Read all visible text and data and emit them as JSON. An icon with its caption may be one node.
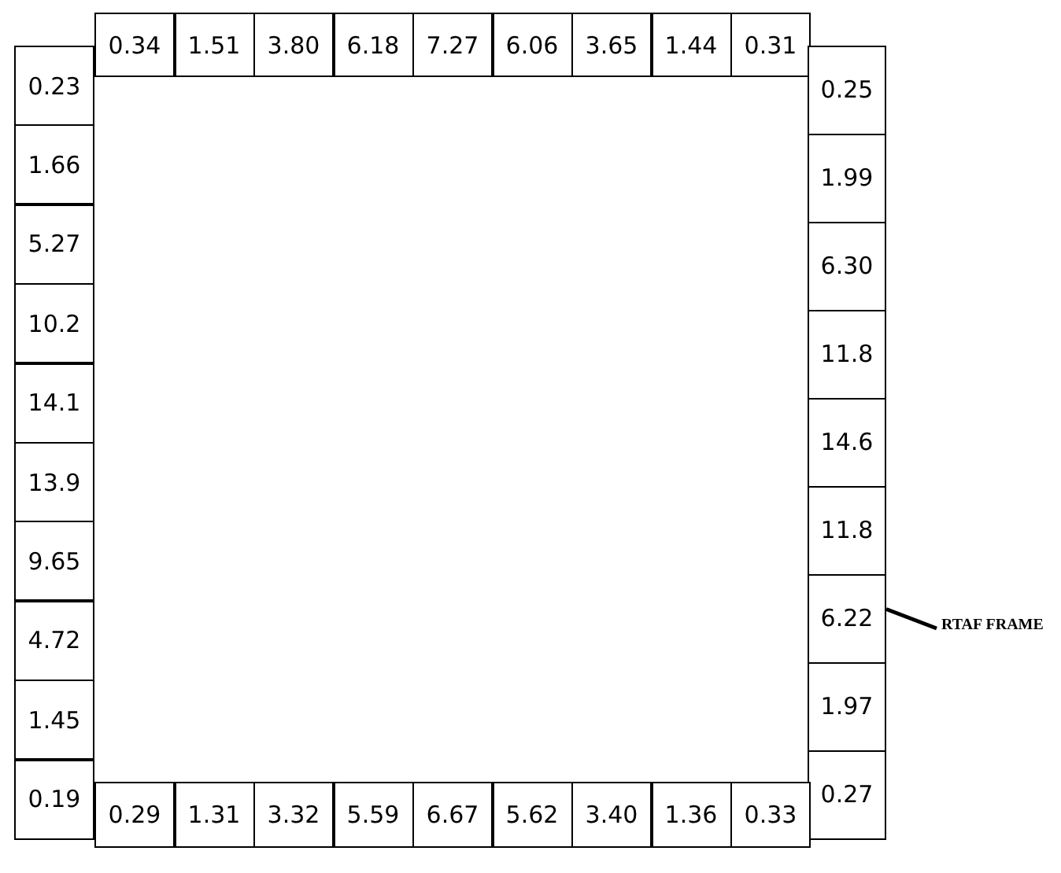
{
  "diagram": {
    "nodes": [
      {
        "text": [
          "0.34"
        ]
      },
      {
        "text": [
          "1.51"
        ]
      },
      {
        "text": [
          "3.80"
        ]
      },
      {
        "text": [
          "6.18"
        ]
      },
      {
        "text": [
          "7.27"
        ]
      },
      {
        "text": [
          "6.06"
        ]
      },
      {
        "text": [
          "3.65"
        ]
      },
      {
        "text": [
          "1.44"
        ]
      },
      {
        "text": [
          "0.31"
        ]
      },
      {
        "text": [
          "0.23"
        ]
      },
      {
        "text": [
          "1.66"
        ]
      },
      {
        "text": [
          "5.27"
        ]
      },
      {
        "text": [
          "10.2"
        ]
      },
      {
        "text": [
          "14.1"
        ]
      },
      {
        "text": [
          "13.9"
        ]
      },
      {
        "text": [
          "9.65"
        ]
      },
      {
        "text": [
          "4.72"
        ]
      },
      {
        "text": [
          "1.45"
        ]
      },
      {
        "text": [
          "0.19"
        ]
      },
      {
        "text": [
          "0.25"
        ]
      },
      {
        "text": [
          "1.99"
        ]
      },
      {
        "text": [
          "6.30"
        ]
      },
      {
        "text": [
          "11.8"
        ]
      },
      {
        "text": [
          "14.6"
        ]
      },
      {
        "text": [
          "11.8"
        ]
      },
      {
        "text": [
          "6.22"
        ]
      },
      {
        "text": [
          "1.97"
        ]
      },
      {
        "text": [
          "0.27"
        ]
      },
      {
        "text": [
          "0.29"
        ]
      },
      {
        "text": [
          "1.31"
        ]
      },
      {
        "text": [
          "3.32"
        ]
      },
      {
        "text": [
          "5.59"
        ]
      },
      {
        "text": [
          "6.67"
        ]
      },
      {
        "text": [
          "5.62"
        ]
      },
      {
        "text": [
          "3.40"
        ]
      },
      {
        "text": [
          "1.36"
        ]
      },
      {
        "text": [
          "0.33"
        ]
      },
      {
        "text": [
          "RTAF FRAME"
        ]
      }
    ],
    "edges": [
      {
        "from": 37,
        "to": 25,
        "arrow": "none"
      }
    ]
  }
}
